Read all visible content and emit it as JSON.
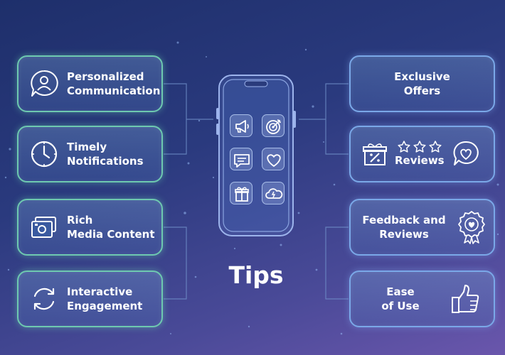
{
  "title": "Tips",
  "left_cards": [
    {
      "line1": "Personalized",
      "line2": "Communication",
      "icon": "user-chat-icon"
    },
    {
      "line1": "Timely",
      "line2": "Notifications",
      "icon": "clock-icon"
    },
    {
      "line1": "Rich",
      "line2": "Media Content",
      "icon": "photos-icon"
    },
    {
      "line1": "Interactive",
      "line2": "Engagement",
      "icon": "refresh-arrows-icon"
    }
  ],
  "right_cards": [
    {
      "line1": "Exclusive",
      "line2": "Offers"
    },
    {
      "line1": "Reviews",
      "icon": "gift-percent-icon",
      "icon2": "heart-bubble-icon"
    },
    {
      "line1": "Feedback and",
      "line2": "Reviews",
      "icon": "award-badge-icon"
    },
    {
      "line1": "Ease",
      "line2": "of Use",
      "icon": "thumbs-up-icon"
    }
  ],
  "phone_apps": [
    "megaphone-icon",
    "target-icon",
    "chat-bubble-icon",
    "heart-icon",
    "gift-icon",
    "cloud-icon"
  ],
  "colors": {
    "left_border": "#6ec9b0",
    "right_border": "#7aa8e8",
    "background_start": "#1e2f6b",
    "background_end": "#6a56ac"
  }
}
